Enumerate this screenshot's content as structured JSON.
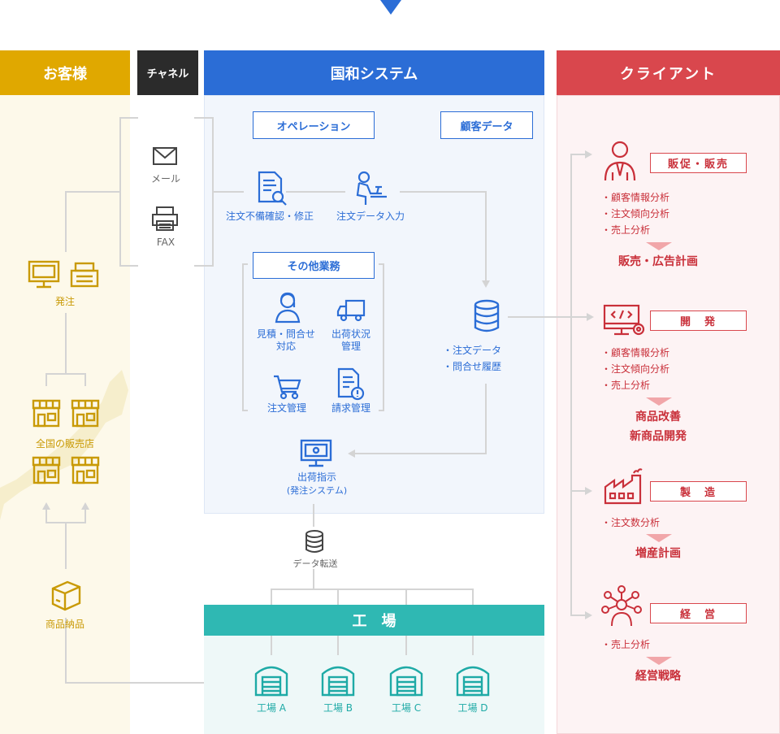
{
  "columns": {
    "customer": "お客様",
    "channel": "チャネル",
    "system": "国和システム",
    "client": "クライアント"
  },
  "customer": {
    "order": "発注",
    "stores": "全国の販売店",
    "delivery": "商品納品"
  },
  "channel": {
    "mail": "メール",
    "fax": "FAX"
  },
  "system": {
    "operation": "オペレーション",
    "customer_data": "顧客データ",
    "check": "注文不備確認・修正",
    "input": "注文データ入力",
    "other": "その他業務",
    "estimate": "見積・問合せ\n対応",
    "shipping_status": "出荷状況\n管理",
    "order_mgmt": "注文管理",
    "billing": "請求管理",
    "db_items": [
      "・注文データ",
      "・問合せ履歴"
    ],
    "ship_instr": "出荷指示",
    "ship_sub": "(発注システム)",
    "transfer": "データ転送"
  },
  "factory": {
    "title": "工　場",
    "plants": [
      "工場 A",
      "工場 B",
      "工場 C",
      "工場 D"
    ]
  },
  "client": {
    "blocks": [
      {
        "label": "販促・販売",
        "items": [
          "・顧客情報分析",
          "・注文傾向分析",
          "・売上分析"
        ],
        "result": "販売・広告計画"
      },
      {
        "label": "開　発",
        "items": [
          "・顧客情報分析",
          "・注文傾向分析",
          "・売上分析"
        ],
        "result": "商品改善\n新商品開発"
      },
      {
        "label": "製　造",
        "items": [
          "・注文数分析"
        ],
        "result": "増産計画"
      },
      {
        "label": "経　営",
        "items": [
          "・売上分析"
        ],
        "result": "経営戦略"
      }
    ]
  },
  "colors": {
    "gold": "#e0a800",
    "dark": "#2b2b2b",
    "blue": "#2b6dd6",
    "red": "#d9474d",
    "teal": "#2fb8b3"
  }
}
